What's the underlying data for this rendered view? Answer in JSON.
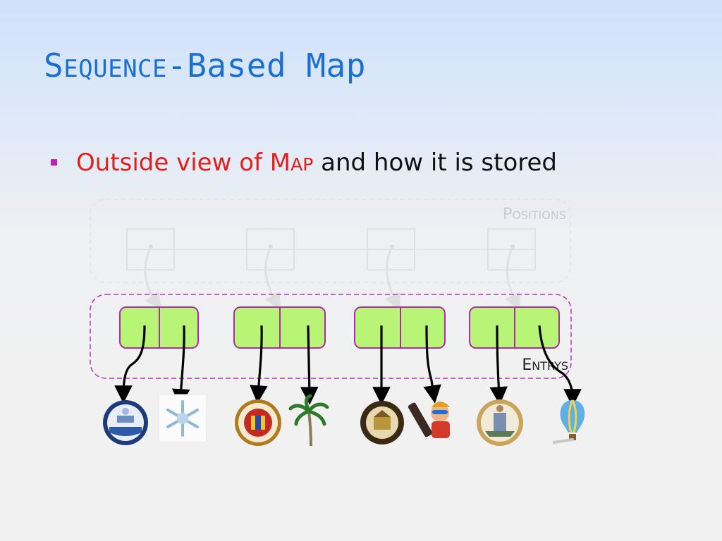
{
  "slide": {
    "title_first_letter": "S",
    "title_smallcaps": "EQUENCE",
    "title_rest": "-Based Map"
  },
  "bullet": {
    "red_text": "Outside view of M",
    "red_smallcaps": "AP",
    "black_text": " and how it is stored"
  },
  "diagram": {
    "positions_label_first": "P",
    "positions_label_rest": "OSITIONS",
    "entrys_label_first": "E",
    "entrys_label_rest": "NTRYS",
    "entry_count": 4,
    "key_images": [
      "seal-of-city-of-buffalo",
      "seal-of-city-and-county-of-honolulu",
      "seal-of-city-of-beverly-hills",
      "seal-of-district-of-columbia"
    ],
    "value_images": [
      "snowflake",
      "palm-tree",
      "rock-star",
      "hot-air-balloon"
    ],
    "colors": {
      "entry_fill": "#b8f576",
      "entry_border": "#b02ab0",
      "group_border": "#c030c0",
      "positions_faded": "#d6d6d6",
      "arrow": "#000000"
    }
  }
}
